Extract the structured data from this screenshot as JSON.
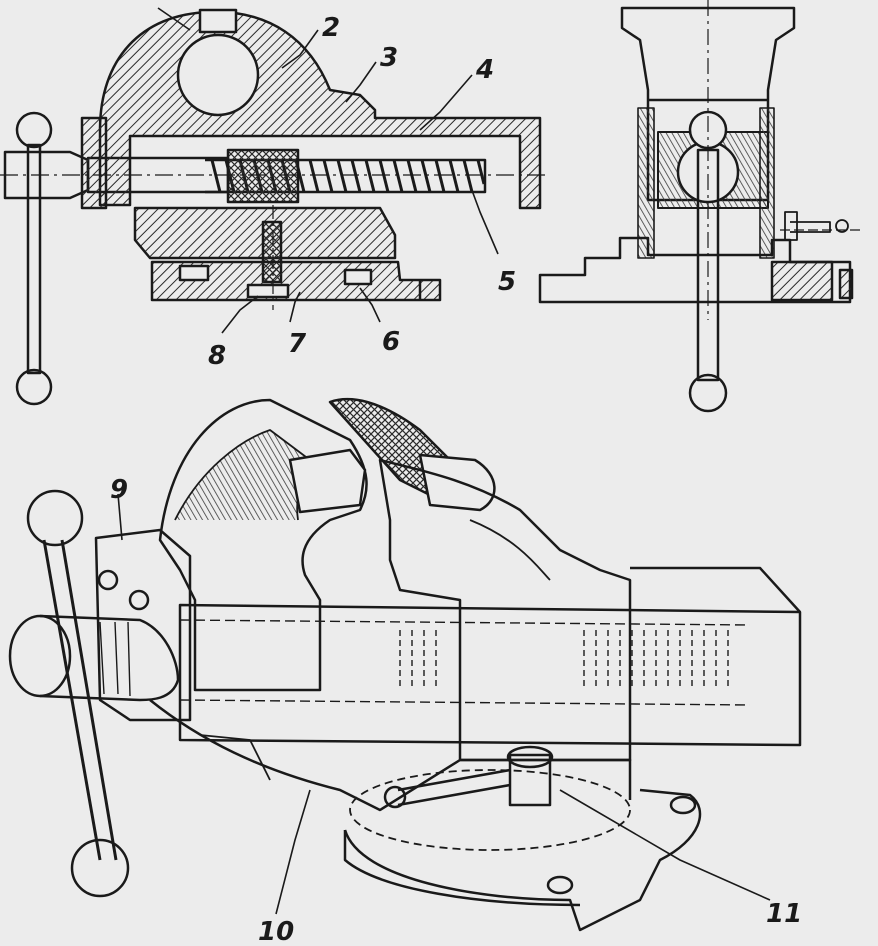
{
  "figure": {
    "callouts": [
      {
        "id": "c2",
        "text": "2"
      },
      {
        "id": "c3",
        "text": "3"
      },
      {
        "id": "c4",
        "text": "4"
      },
      {
        "id": "c5",
        "text": "5"
      },
      {
        "id": "c6",
        "text": "6"
      },
      {
        "id": "c7",
        "text": "7"
      },
      {
        "id": "c8",
        "text": "8"
      },
      {
        "id": "c9",
        "text": "9"
      },
      {
        "id": "c10",
        "text": "10"
      },
      {
        "id": "c11",
        "text": "11"
      }
    ]
  },
  "colors": {
    "line": "#1a1a1a",
    "paper": "#ececec",
    "hatch": "#2a2a2a",
    "shade": "#555555"
  }
}
